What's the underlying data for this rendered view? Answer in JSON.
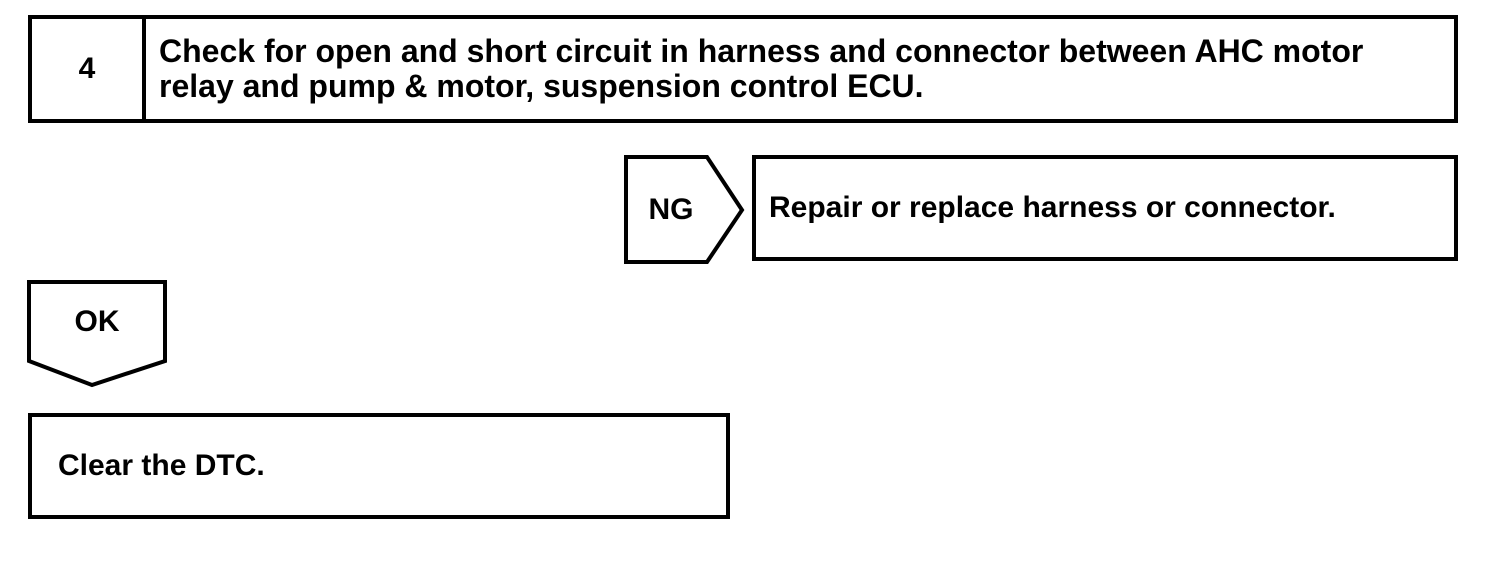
{
  "colors": {
    "line": "#000000",
    "background": "#ffffff"
  },
  "flowchart": {
    "step": {
      "number": "4",
      "instruction": "Check for open and short circuit in harness and connector between AHC motor relay and pump & motor, suspension control ECU."
    },
    "ng_branch": {
      "label": "NG",
      "action": "Repair or replace harness or connector."
    },
    "ok_branch": {
      "label": "OK",
      "action": "Clear the DTC."
    }
  }
}
